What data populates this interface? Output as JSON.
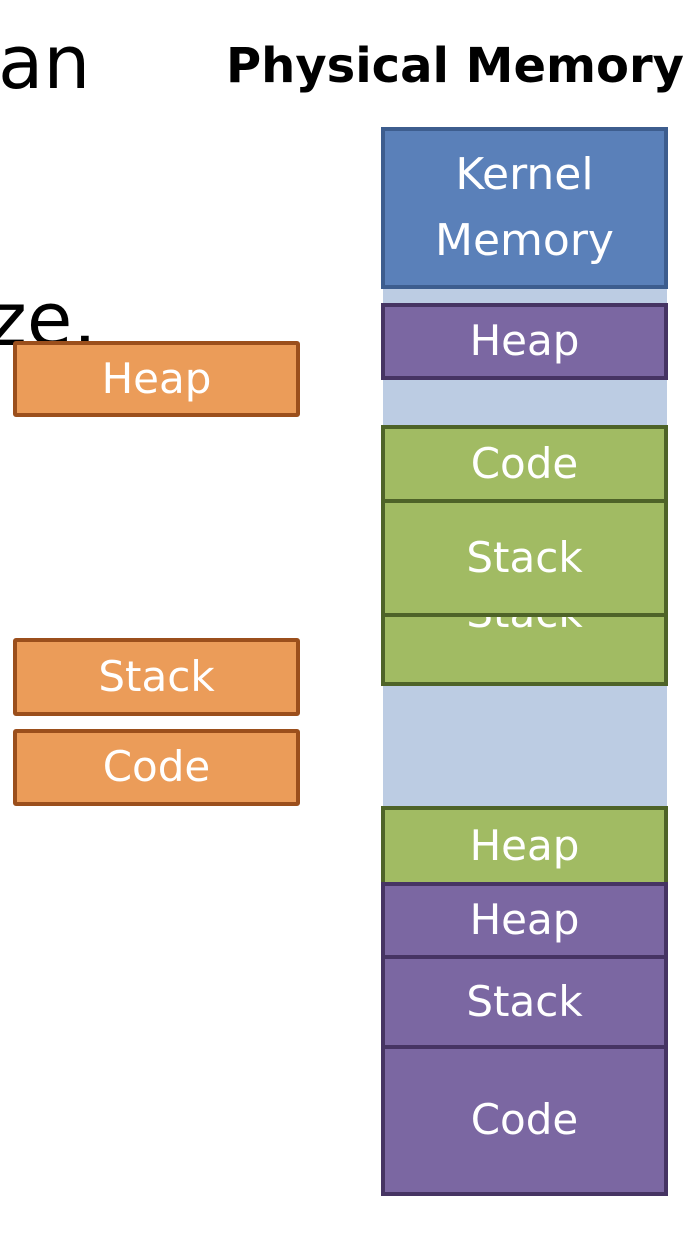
{
  "slide_fragments": {
    "top_right_text": "an",
    "middle_text": "ze,"
  },
  "title": "Physical Memory",
  "virtual_segments": {
    "heap": "Heap",
    "stack": "Stack",
    "code": "Code"
  },
  "physical_memory": {
    "kernel": "Kernel Memory",
    "process_purple_top_heap": "Heap",
    "green_code": "Code",
    "green_stack_front": "Stack",
    "green_stack_back": "Stack",
    "green_heap": "Heap",
    "purple_heap": "Heap",
    "purple_stack": "Stack",
    "purple_code": "Code"
  },
  "colors": {
    "orange": "#eb9c59",
    "blue": "#5a80b9",
    "purple": "#7b67a2",
    "green": "#a1bb63",
    "free_space": "#bccce3"
  }
}
